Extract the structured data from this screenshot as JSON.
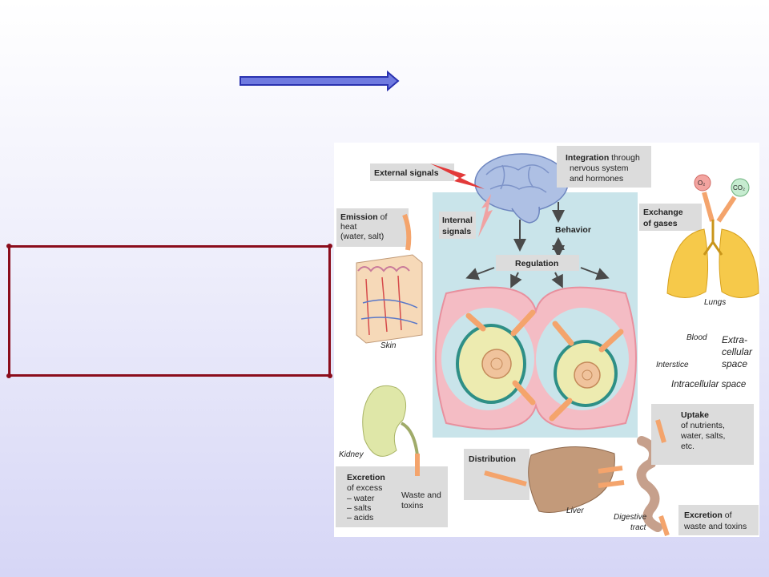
{
  "colors": {
    "arrow_fill": "#6f7ae0",
    "arrow_stroke": "#2a32b0",
    "box_border": "#8b0d1c",
    "ecf_fill": "#c9e4ea",
    "membrane": "#f4bcc4",
    "process_arrow": "#f4a46c",
    "label_box": "#dcdcdc"
  },
  "figure": {
    "external_signals": "External signals",
    "integration": {
      "bold": "Integration",
      "rest": "through",
      "line2": "nervous system",
      "line3": "and hormones"
    },
    "internal_signals": {
      "line1": "Internal",
      "line2": "signals"
    },
    "behavior": "Behavior",
    "regulation": "Regulation",
    "emission": {
      "bold": "Emission",
      "rest": "of",
      "line2": "heat",
      "line3": "(water, salt)"
    },
    "skin": "Skin",
    "exchange": {
      "line1": "Exchange",
      "line2": "of gases"
    },
    "o2": "O₂",
    "co2": "CO₂",
    "lungs": "Lungs",
    "blood": "Blood",
    "extracellular": {
      "line1": "Extra-",
      "line2": "cellular",
      "line3": "space"
    },
    "interstice": "Interstice",
    "intracellular": "Intracellular space",
    "kidney": "Kidney",
    "excretion_kidney": {
      "bold": "Excretion",
      "line2": "of excess",
      "line3": "– water",
      "line4": "– salts",
      "line5": "– acids"
    },
    "waste_toxins": {
      "line1": "Waste and",
      "line2": "toxins"
    },
    "distribution": "Distribution",
    "liver": "Liver",
    "uptake": {
      "bold": "Uptake",
      "line2": "of nutrients,",
      "line3": "water, salts,",
      "line4": "etc."
    },
    "digestive": {
      "line1": "Digestive",
      "line2": "tract"
    },
    "excretion_gut": {
      "bold": "Excretion",
      "rest": "of",
      "line2": "waste and toxins"
    }
  }
}
